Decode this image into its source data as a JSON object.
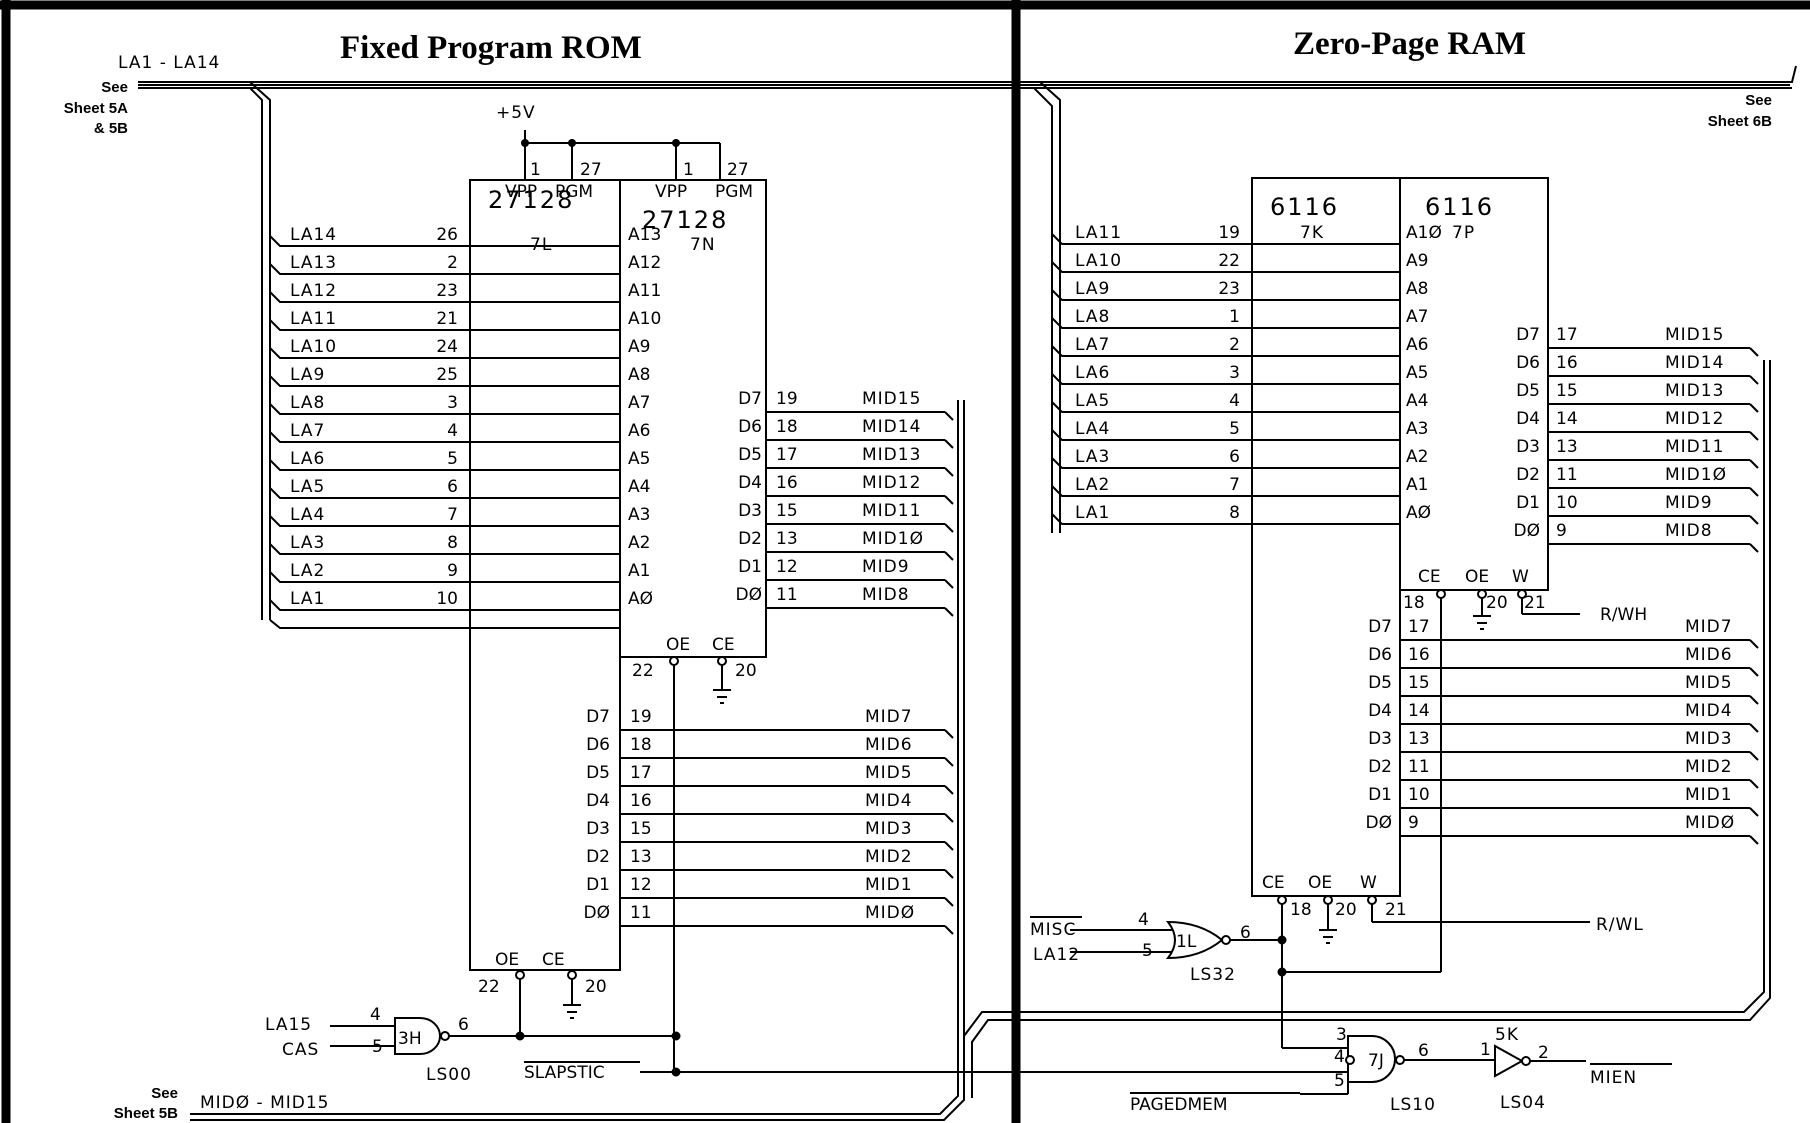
{
  "titles": {
    "rom": "Fixed Program ROM",
    "ram": "Zero-Page RAM"
  },
  "refs": {
    "top_left_bus": "LA1 - LA14",
    "top_left_see": "See",
    "top_left_sheet": "Sheet 5A",
    "top_left_sheet2": "& 5B",
    "top_right_see": "See",
    "top_right_sheet": "Sheet 6B",
    "bottom_see": "See",
    "bottom_sheet": "Sheet 5B",
    "bottom_bus": "MIDØ - MID15"
  },
  "power": "+5V",
  "rom_chips": [
    {
      "part": "27128",
      "loc": "7L",
      "vpp": "VPP",
      "pgm": "PGM",
      "vpp_pin": "1",
      "pgm_pin": "27",
      "oe": "OE",
      "ce": "CE",
      "oe_pin": "22",
      "ce_pin": "20"
    },
    {
      "part": "27128",
      "loc": "7N",
      "vpp": "VPP",
      "pgm": "PGM",
      "vpp_pin": "1",
      "pgm_pin": "27",
      "oe": "OE",
      "ce": "CE",
      "oe_pin": "22",
      "ce_pin": "20"
    }
  ],
  "rom_addr": [
    {
      "sig": "LA14",
      "pin": "26",
      "a": "A13"
    },
    {
      "sig": "LA13",
      "pin": "2",
      "a": "A12"
    },
    {
      "sig": "LA12",
      "pin": "23",
      "a": "A11"
    },
    {
      "sig": "LA11",
      "pin": "21",
      "a": "A10"
    },
    {
      "sig": "LA10",
      "pin": "24",
      "a": "A9"
    },
    {
      "sig": "LA9",
      "pin": "25",
      "a": "A8"
    },
    {
      "sig": "LA8",
      "pin": "3",
      "a": "A7"
    },
    {
      "sig": "LA7",
      "pin": "4",
      "a": "A6"
    },
    {
      "sig": "LA6",
      "pin": "5",
      "a": "A5"
    },
    {
      "sig": "LA5",
      "pin": "6",
      "a": "A4"
    },
    {
      "sig": "LA4",
      "pin": "7",
      "a": "A3"
    },
    {
      "sig": "LA3",
      "pin": "8",
      "a": "A2"
    },
    {
      "sig": "LA2",
      "pin": "9",
      "a": "A1"
    },
    {
      "sig": "LA1",
      "pin": "10",
      "a": "AØ"
    }
  ],
  "rom_hi_data": [
    {
      "d": "D7",
      "pin": "19",
      "sig": "MID15"
    },
    {
      "d": "D6",
      "pin": "18",
      "sig": "MID14"
    },
    {
      "d": "D5",
      "pin": "17",
      "sig": "MID13"
    },
    {
      "d": "D4",
      "pin": "16",
      "sig": "MID12"
    },
    {
      "d": "D3",
      "pin": "15",
      "sig": "MID11"
    },
    {
      "d": "D2",
      "pin": "13",
      "sig": "MID1Ø"
    },
    {
      "d": "D1",
      "pin": "12",
      "sig": "MID9"
    },
    {
      "d": "DØ",
      "pin": "11",
      "sig": "MID8"
    }
  ],
  "rom_lo_data": [
    {
      "d": "D7",
      "pin": "19",
      "sig": "MID7"
    },
    {
      "d": "D6",
      "pin": "18",
      "sig": "MID6"
    },
    {
      "d": "D5",
      "pin": "17",
      "sig": "MID5"
    },
    {
      "d": "D4",
      "pin": "16",
      "sig": "MID4"
    },
    {
      "d": "D3",
      "pin": "15",
      "sig": "MID3"
    },
    {
      "d": "D2",
      "pin": "13",
      "sig": "MID2"
    },
    {
      "d": "D1",
      "pin": "12",
      "sig": "MID1"
    },
    {
      "d": "DØ",
      "pin": "11",
      "sig": "MIDØ"
    }
  ],
  "rom_logic": {
    "in1": "LA15",
    "in1_pin": "4",
    "in2": "CAS",
    "in2_pin": "5",
    "gate": "3H",
    "out_pin": "6",
    "part": "LS00",
    "slapstic": "SLAPSTIC"
  },
  "ram_chips": [
    {
      "part": "6116",
      "loc": "7K",
      "ce": "CE",
      "oe": "OE",
      "w": "W",
      "ce_pin": "18",
      "oe_pin": "20",
      "w_pin": "21"
    },
    {
      "part": "6116",
      "loc": "7P",
      "ce": "CE",
      "oe": "OE",
      "w": "W",
      "ce_pin": "18",
      "oe_pin": "20",
      "w_pin": "21"
    }
  ],
  "ram_addr": [
    {
      "sig": "LA11",
      "pin": "19",
      "a": "A1Ø"
    },
    {
      "sig": "LA10",
      "pin": "22",
      "a": "A9"
    },
    {
      "sig": "LA9",
      "pin": "23",
      "a": "A8"
    },
    {
      "sig": "LA8",
      "pin": "1",
      "a": "A7"
    },
    {
      "sig": "LA7",
      "pin": "2",
      "a": "A6"
    },
    {
      "sig": "LA6",
      "pin": "3",
      "a": "A5"
    },
    {
      "sig": "LA5",
      "pin": "4",
      "a": "A4"
    },
    {
      "sig": "LA4",
      "pin": "5",
      "a": "A3"
    },
    {
      "sig": "LA3",
      "pin": "6",
      "a": "A2"
    },
    {
      "sig": "LA2",
      "pin": "7",
      "a": "A1"
    },
    {
      "sig": "LA1",
      "pin": "8",
      "a": "AØ"
    }
  ],
  "ram_hi_data": [
    {
      "d": "D7",
      "pin": "17",
      "sig": "MID15"
    },
    {
      "d": "D6",
      "pin": "16",
      "sig": "MID14"
    },
    {
      "d": "D5",
      "pin": "15",
      "sig": "MID13"
    },
    {
      "d": "D4",
      "pin": "14",
      "sig": "MID12"
    },
    {
      "d": "D3",
      "pin": "13",
      "sig": "MID11"
    },
    {
      "d": "D2",
      "pin": "11",
      "sig": "MID1Ø"
    },
    {
      "d": "D1",
      "pin": "10",
      "sig": "MID9"
    },
    {
      "d": "DØ",
      "pin": "9",
      "sig": "MID8"
    }
  ],
  "ram_lo_data": [
    {
      "d": "D7",
      "pin": "17",
      "sig": "MID7"
    },
    {
      "d": "D6",
      "pin": "16",
      "sig": "MID6"
    },
    {
      "d": "D5",
      "pin": "15",
      "sig": "MID5"
    },
    {
      "d": "D4",
      "pin": "14",
      "sig": "MID4"
    },
    {
      "d": "D3",
      "pin": "13",
      "sig": "MID3"
    },
    {
      "d": "D2",
      "pin": "11",
      "sig": "MID2"
    },
    {
      "d": "D1",
      "pin": "10",
      "sig": "MID1"
    },
    {
      "d": "DØ",
      "pin": "9",
      "sig": "MIDØ"
    }
  ],
  "ram_logic": {
    "rw_upper": "R/WH",
    "rw_lower": "R/WL",
    "misc": "MISC",
    "misc_pin": "4",
    "la12": "LA12",
    "la12_pin": "5",
    "gate1": "1L",
    "gate1_out": "6",
    "gate1_part": "LS32",
    "pin3": "3",
    "pin4": "4",
    "pin5": "5",
    "gate2": "7J",
    "gate2_out": "6",
    "gate2_part": "LS10",
    "pagedmem": "PAGEDMEM",
    "inv_in": "1",
    "inv_out": "2",
    "inv_part": "LS04",
    "inv_loc": "5K",
    "mien": "MIEN"
  }
}
